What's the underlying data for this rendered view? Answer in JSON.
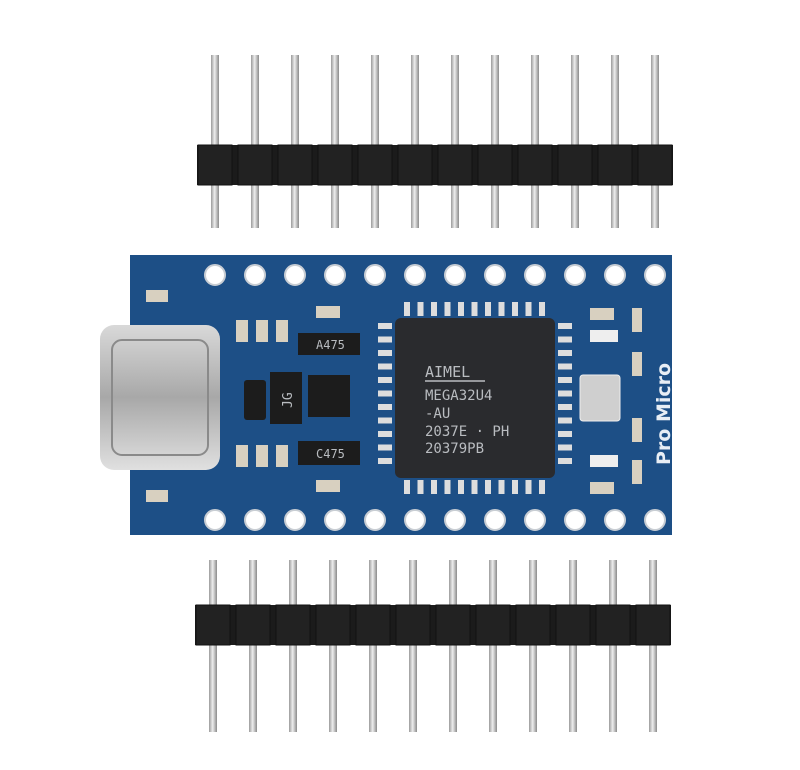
{
  "product": {
    "board_name": "Pro Micro",
    "chip": {
      "brand": "AIMEL",
      "line1": "MEGA32U4",
      "line2": "-AU",
      "line3": "2037E · PH",
      "line4": "20379PB"
    },
    "components": {
      "top_cap": "A475",
      "bottom_cap": "C475",
      "diode": "JG"
    },
    "pin_count_per_header": 12,
    "colors": {
      "pcb": "#1d4f86",
      "pcb_dark": "#173f6e",
      "header": "#1b1b1b",
      "pin": "#c9c9c9",
      "chip": "#2a2b2e"
    }
  }
}
